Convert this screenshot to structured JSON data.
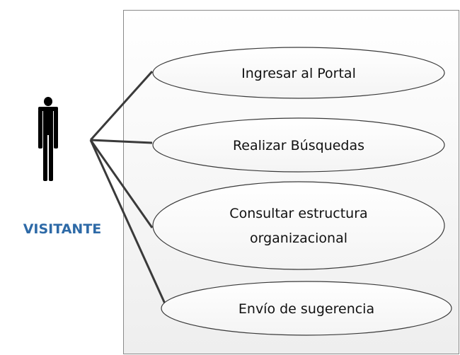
{
  "actor": {
    "label": "VISITANTE"
  },
  "use_cases": [
    {
      "lines": [
        "Ingresar al Portal"
      ]
    },
    {
      "lines": [
        "Realizar Búsquedas"
      ]
    },
    {
      "lines": [
        "Consultar estructura",
        "organizacional"
      ]
    },
    {
      "lines": [
        "Envío de sugerencia"
      ]
    }
  ]
}
